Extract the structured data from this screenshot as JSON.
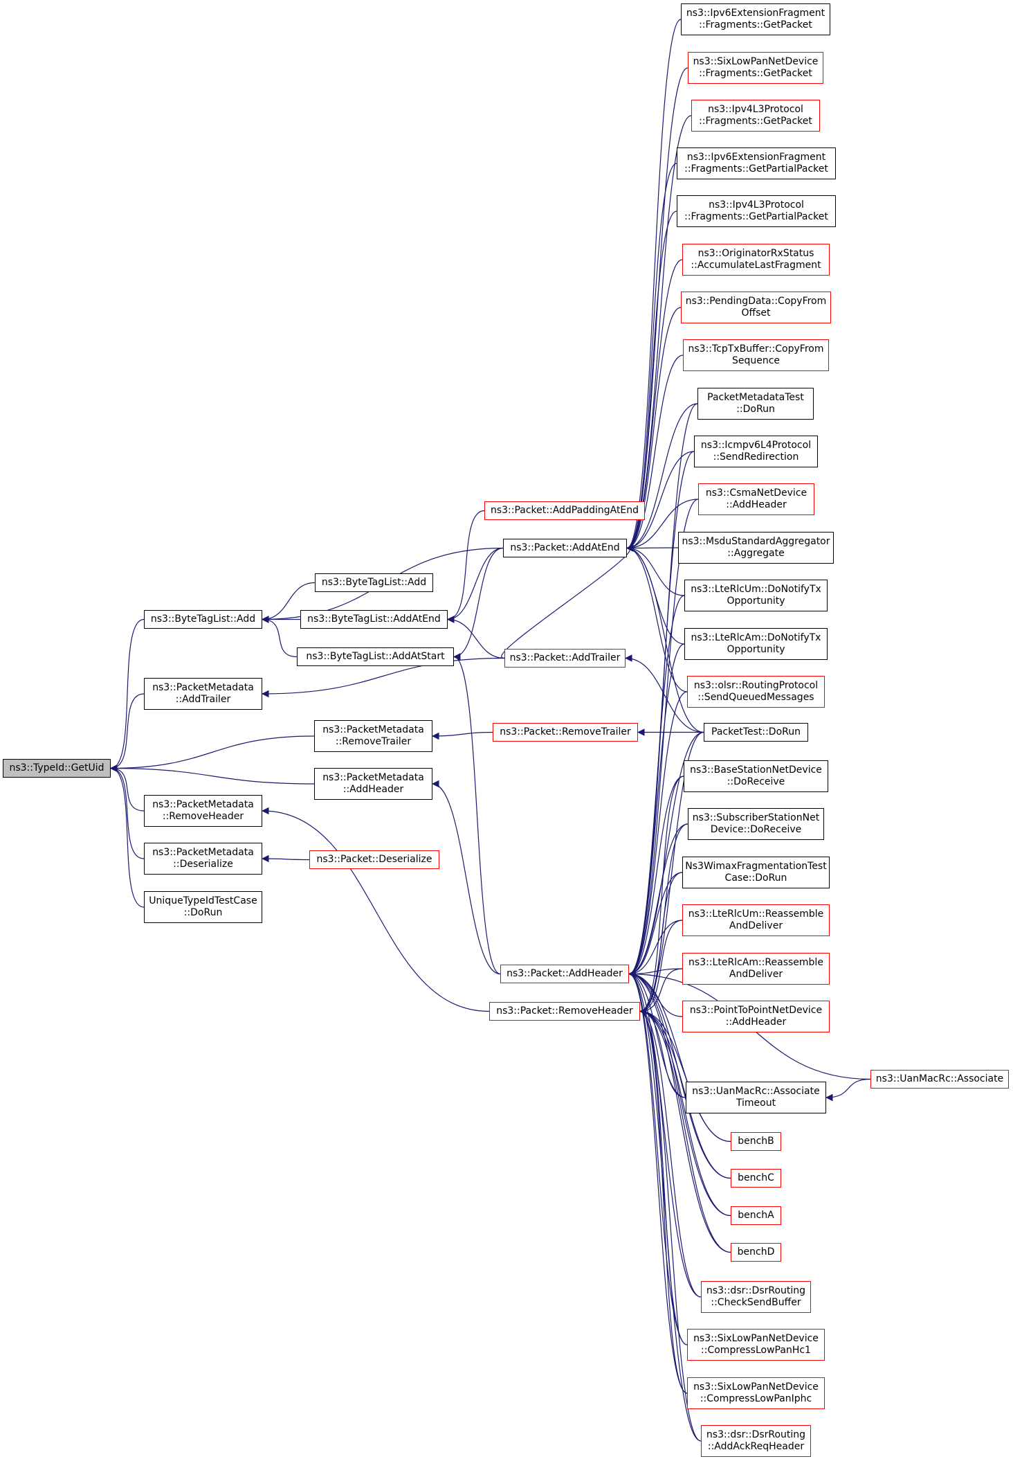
{
  "colors": {
    "edge": "#191970",
    "link_border": "#000000",
    "undocumented_border": "#ff0000",
    "root_fill": "#bfbfbf"
  },
  "nodes": [
    {
      "id": "n0",
      "lines": [
        "ns3::TypeId::GetUid"
      ],
      "kind": "root"
    },
    {
      "id": "n1",
      "lines": [
        "ns3::ByteTagList::Add"
      ],
      "kind": "normal"
    },
    {
      "id": "n2",
      "lines": [
        "ns3::PacketMetadata",
        "::AddTrailer"
      ],
      "kind": "normal"
    },
    {
      "id": "n3",
      "lines": [
        "ns3::PacketMetadata",
        "::RemoveTrailer"
      ],
      "kind": "normal"
    },
    {
      "id": "n4",
      "lines": [
        "ns3::PacketMetadata",
        "::AddHeader"
      ],
      "kind": "normal"
    },
    {
      "id": "n5",
      "lines": [
        "ns3::PacketMetadata",
        "::RemoveHeader"
      ],
      "kind": "normal"
    },
    {
      "id": "n6",
      "lines": [
        "ns3::PacketMetadata",
        "::Deserialize"
      ],
      "kind": "normal"
    },
    {
      "id": "n7",
      "lines": [
        "UniqueTypeIdTestCase",
        "::DoRun"
      ],
      "kind": "normal"
    },
    {
      "id": "n8",
      "lines": [
        "ns3::ByteTagList::Add"
      ],
      "kind": "normal"
    },
    {
      "id": "n9",
      "lines": [
        "ns3::ByteTagList::AddAtEnd"
      ],
      "kind": "normal"
    },
    {
      "id": "n10",
      "lines": [
        "ns3::ByteTagList::AddAtStart"
      ],
      "kind": "normal"
    },
    {
      "id": "n11",
      "lines": [
        "ns3::Packet::AddPaddingAtEnd"
      ],
      "kind": "red"
    },
    {
      "id": "n12",
      "lines": [
        "ns3::Packet::AddAtEnd"
      ],
      "kind": "normal"
    },
    {
      "id": "n13",
      "lines": [
        "ns3::Packet::AddTrailer"
      ],
      "kind": "red"
    },
    {
      "id": "n14",
      "lines": [
        "ns3::Packet::RemoveTrailer"
      ],
      "kind": "red"
    },
    {
      "id": "n15",
      "lines": [
        "ns3::Packet::Deserialize"
      ],
      "kind": "red"
    },
    {
      "id": "n16",
      "lines": [
        "ns3::Packet::AddHeader"
      ],
      "kind": "red"
    },
    {
      "id": "n17",
      "lines": [
        "ns3::Packet::RemoveHeader"
      ],
      "kind": "red"
    },
    {
      "id": "n18",
      "lines": [
        "ns3::Ipv6ExtensionFragment",
        "::Fragments::GetPacket"
      ],
      "kind": "normal"
    },
    {
      "id": "n19",
      "lines": [
        "ns3::SixLowPanNetDevice",
        "::Fragments::GetPacket"
      ],
      "kind": "red"
    },
    {
      "id": "n20",
      "lines": [
        "ns3::Ipv4L3Protocol",
        "::Fragments::GetPacket"
      ],
      "kind": "red"
    },
    {
      "id": "n21",
      "lines": [
        "ns3::Ipv6ExtensionFragment",
        "::Fragments::GetPartialPacket"
      ],
      "kind": "normal"
    },
    {
      "id": "n22",
      "lines": [
        "ns3::Ipv4L3Protocol",
        "::Fragments::GetPartialPacket"
      ],
      "kind": "normal"
    },
    {
      "id": "n23",
      "lines": [
        "ns3::OriginatorRxStatus",
        "::AccumulateLastFragment"
      ],
      "kind": "red"
    },
    {
      "id": "n24",
      "lines": [
        "ns3::PendingData::CopyFrom",
        "Offset"
      ],
      "kind": "red"
    },
    {
      "id": "n25",
      "lines": [
        "ns3::TcpTxBuffer::CopyFrom",
        "Sequence"
      ],
      "kind": "red"
    },
    {
      "id": "n26",
      "lines": [
        "PacketMetadataTest",
        "::DoRun"
      ],
      "kind": "normal"
    },
    {
      "id": "n27",
      "lines": [
        "ns3::Icmpv6L4Protocol",
        "::SendRedirection"
      ],
      "kind": "normal"
    },
    {
      "id": "n28",
      "lines": [
        "ns3::CsmaNetDevice",
        "::AddHeader"
      ],
      "kind": "red"
    },
    {
      "id": "n29",
      "lines": [
        "ns3::MsduStandardAggregator",
        "::Aggregate"
      ],
      "kind": "normal"
    },
    {
      "id": "n30",
      "lines": [
        "ns3::LteRlcUm::DoNotifyTx",
        "Opportunity"
      ],
      "kind": "normal"
    },
    {
      "id": "n31",
      "lines": [
        "ns3::LteRlcAm::DoNotifyTx",
        "Opportunity"
      ],
      "kind": "normal"
    },
    {
      "id": "n32",
      "lines": [
        "ns3::olsr::RoutingProtocol",
        "::SendQueuedMessages"
      ],
      "kind": "red"
    },
    {
      "id": "n33",
      "lines": [
        "PacketTest::DoRun"
      ],
      "kind": "normal"
    },
    {
      "id": "n34",
      "lines": [
        "ns3::BaseStationNetDevice",
        "::DoReceive"
      ],
      "kind": "normal"
    },
    {
      "id": "n35",
      "lines": [
        "ns3::SubscriberStationNet",
        "Device::DoReceive"
      ],
      "kind": "normal"
    },
    {
      "id": "n36",
      "lines": [
        "Ns3WimaxFragmentationTest",
        "Case::DoRun"
      ],
      "kind": "normal"
    },
    {
      "id": "n37",
      "lines": [
        "ns3::LteRlcUm::Reassemble",
        "AndDeliver"
      ],
      "kind": "red"
    },
    {
      "id": "n38",
      "lines": [
        "ns3::LteRlcAm::Reassemble",
        "AndDeliver"
      ],
      "kind": "red"
    },
    {
      "id": "n39",
      "lines": [
        "ns3::PointToPointNetDevice",
        "::AddHeader"
      ],
      "kind": "red"
    },
    {
      "id": "n40",
      "lines": [
        "ns3::UanMacRc::Associate",
        "Timeout"
      ],
      "kind": "normal"
    },
    {
      "id": "n41",
      "lines": [
        "ns3::UanMacRc::Associate"
      ],
      "kind": "red"
    },
    {
      "id": "n42",
      "lines": [
        "benchB"
      ],
      "kind": "red"
    },
    {
      "id": "n43",
      "lines": [
        "benchC"
      ],
      "kind": "red"
    },
    {
      "id": "n44",
      "lines": [
        "benchA"
      ],
      "kind": "red"
    },
    {
      "id": "n45",
      "lines": [
        "benchD"
      ],
      "kind": "red"
    },
    {
      "id": "n46",
      "lines": [
        "ns3::dsr::DsrRouting",
        "::CheckSendBuffer"
      ],
      "kind": "red"
    },
    {
      "id": "n47",
      "lines": [
        "ns3::SixLowPanNetDevice",
        "::CompressLowPanHc1"
      ],
      "kind": "red"
    },
    {
      "id": "n48",
      "lines": [
        "ns3::SixLowPanNetDevice",
        "::CompressLowPanIphc"
      ],
      "kind": "red"
    },
    {
      "id": "n49",
      "lines": [
        "ns3::dsr::DsrRouting",
        "::AddAckReqHeader"
      ],
      "kind": "red"
    }
  ],
  "edges": [
    [
      "n1",
      "n0"
    ],
    [
      "n2",
      "n0"
    ],
    [
      "n3",
      "n0"
    ],
    [
      "n4",
      "n0"
    ],
    [
      "n5",
      "n0"
    ],
    [
      "n6",
      "n0"
    ],
    [
      "n7",
      "n0"
    ],
    [
      "n8",
      "n1"
    ],
    [
      "n9",
      "n1"
    ],
    [
      "n10",
      "n1"
    ],
    [
      "n12",
      "n1"
    ],
    [
      "n11",
      "n9"
    ],
    [
      "n12",
      "n9"
    ],
    [
      "n12",
      "n10"
    ],
    [
      "n13",
      "n9"
    ],
    [
      "n16",
      "n10"
    ],
    [
      "n13",
      "n2"
    ],
    [
      "n14",
      "n3"
    ],
    [
      "n16",
      "n4"
    ],
    [
      "n17",
      "n5"
    ],
    [
      "n15",
      "n6"
    ],
    [
      "n18",
      "n12"
    ],
    [
      "n19",
      "n12"
    ],
    [
      "n20",
      "n12"
    ],
    [
      "n21",
      "n12"
    ],
    [
      "n22",
      "n12"
    ],
    [
      "n23",
      "n12"
    ],
    [
      "n24",
      "n12"
    ],
    [
      "n25",
      "n12"
    ],
    [
      "n26",
      "n12"
    ],
    [
      "n27",
      "n12"
    ],
    [
      "n28",
      "n12"
    ],
    [
      "n29",
      "n12"
    ],
    [
      "n30",
      "n12"
    ],
    [
      "n31",
      "n12"
    ],
    [
      "n32",
      "n12"
    ],
    [
      "n33",
      "n12"
    ],
    [
      "n13",
      "n12"
    ],
    [
      "n33",
      "n13"
    ],
    [
      "n33",
      "n14"
    ],
    [
      "n26",
      "n16"
    ],
    [
      "n27",
      "n16"
    ],
    [
      "n28",
      "n16"
    ],
    [
      "n33",
      "n16"
    ],
    [
      "n34",
      "n16"
    ],
    [
      "n35",
      "n16"
    ],
    [
      "n36",
      "n16"
    ],
    [
      "n37",
      "n16"
    ],
    [
      "n38",
      "n16"
    ],
    [
      "n39",
      "n16"
    ],
    [
      "n40",
      "n16"
    ],
    [
      "n41",
      "n16"
    ],
    [
      "n42",
      "n16"
    ],
    [
      "n43",
      "n16"
    ],
    [
      "n44",
      "n16"
    ],
    [
      "n45",
      "n16"
    ],
    [
      "n46",
      "n16"
    ],
    [
      "n47",
      "n16"
    ],
    [
      "n48",
      "n16"
    ],
    [
      "n49",
      "n16"
    ],
    [
      "n30",
      "n16"
    ],
    [
      "n31",
      "n16"
    ],
    [
      "n32",
      "n16"
    ],
    [
      "n33",
      "n17"
    ],
    [
      "n34",
      "n17"
    ],
    [
      "n35",
      "n17"
    ],
    [
      "n36",
      "n17"
    ],
    [
      "n37",
      "n17"
    ],
    [
      "n38",
      "n17"
    ],
    [
      "n40",
      "n17"
    ],
    [
      "n42",
      "n17"
    ],
    [
      "n43",
      "n17"
    ],
    [
      "n44",
      "n17"
    ],
    [
      "n45",
      "n17"
    ],
    [
      "n46",
      "n17"
    ],
    [
      "n47",
      "n17"
    ],
    [
      "n48",
      "n17"
    ],
    [
      "n49",
      "n17"
    ],
    [
      "n41",
      "n40"
    ]
  ]
}
